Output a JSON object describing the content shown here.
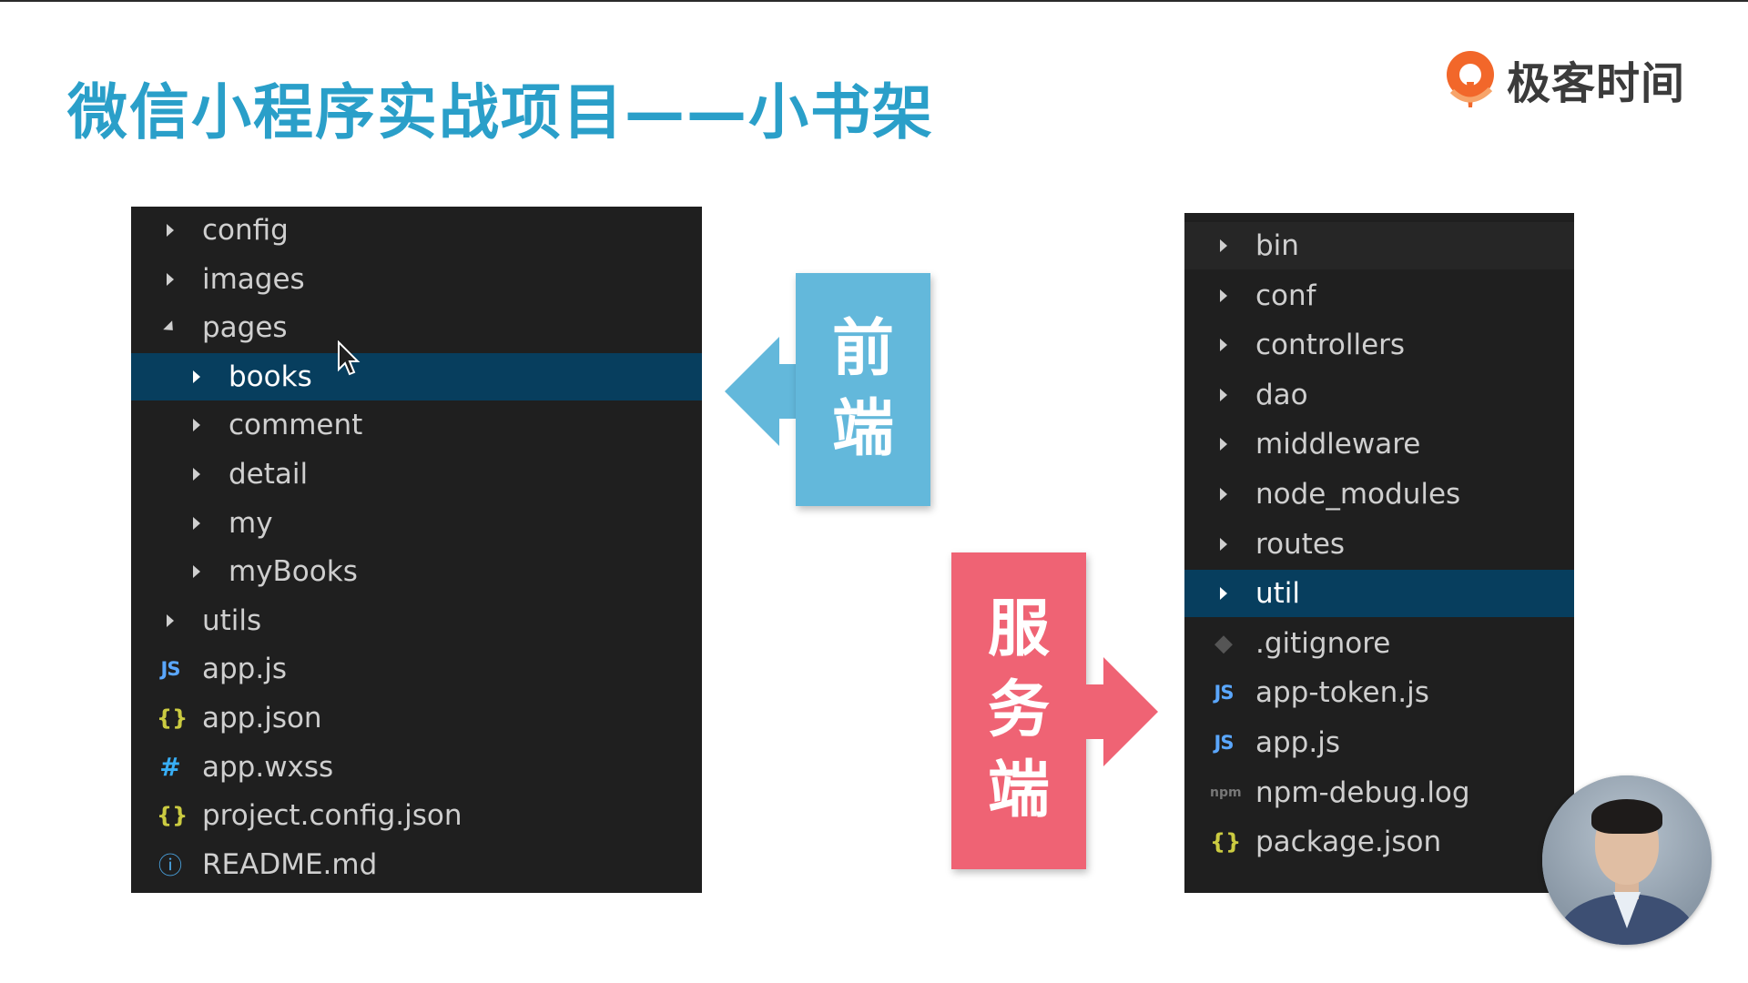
{
  "slide": {
    "title": "微信小程序实战项目——小书架"
  },
  "brand": {
    "name": "极客时间",
    "accent": "#f2672a"
  },
  "front_card": {
    "label_line1": "前",
    "label_line2": "端",
    "color": "#63b8db"
  },
  "back_card": {
    "label_line1": "服",
    "label_line2": "务",
    "label_line3": "端",
    "color": "#ef6374"
  },
  "frontend_tree": {
    "items": [
      {
        "label": "config",
        "kind": "folder",
        "state": "collapsed",
        "depth": 0
      },
      {
        "label": "images",
        "kind": "folder",
        "state": "collapsed",
        "depth": 0
      },
      {
        "label": "pages",
        "kind": "folder",
        "state": "expanded",
        "depth": 0
      },
      {
        "label": "books",
        "kind": "folder",
        "state": "collapsed",
        "depth": 1,
        "selected": true
      },
      {
        "label": "comment",
        "kind": "folder",
        "state": "collapsed",
        "depth": 1
      },
      {
        "label": "detail",
        "kind": "folder",
        "state": "collapsed",
        "depth": 1
      },
      {
        "label": "my",
        "kind": "folder",
        "state": "collapsed",
        "depth": 1
      },
      {
        "label": "myBooks",
        "kind": "folder",
        "state": "collapsed",
        "depth": 1
      },
      {
        "label": "utils",
        "kind": "folder",
        "state": "collapsed",
        "depth": 0
      },
      {
        "label": "app.js",
        "kind": "file",
        "icon": "js-file-icon",
        "icon_text": "JS",
        "depth": 0
      },
      {
        "label": "app.json",
        "kind": "file",
        "icon": "json-file-icon",
        "icon_text": "{}",
        "depth": 0
      },
      {
        "label": "app.wxss",
        "kind": "file",
        "icon": "css-file-icon",
        "icon_text": "#",
        "depth": 0
      },
      {
        "label": "project.config.json",
        "kind": "file",
        "icon": "json-file-icon",
        "icon_text": "{}",
        "depth": 0
      },
      {
        "label": "README.md",
        "kind": "file",
        "icon": "info-file-icon",
        "icon_text": "ⓘ",
        "depth": 0
      }
    ]
  },
  "backend_tree": {
    "items": [
      {
        "label": "bin",
        "kind": "folder",
        "state": "collapsed"
      },
      {
        "label": "conf",
        "kind": "folder",
        "state": "collapsed"
      },
      {
        "label": "controllers",
        "kind": "folder",
        "state": "collapsed"
      },
      {
        "label": "dao",
        "kind": "folder",
        "state": "collapsed"
      },
      {
        "label": "middleware",
        "kind": "folder",
        "state": "collapsed"
      },
      {
        "label": "node_modules",
        "kind": "folder",
        "state": "collapsed"
      },
      {
        "label": "routes",
        "kind": "folder",
        "state": "collapsed"
      },
      {
        "label": "util",
        "kind": "folder",
        "state": "collapsed",
        "selected": true
      },
      {
        "label": ".gitignore",
        "kind": "file",
        "icon": "git-file-icon",
        "icon_text": "◆"
      },
      {
        "label": "app-token.js",
        "kind": "file",
        "icon": "js-file-icon",
        "icon_text": "JS"
      },
      {
        "label": "app.js",
        "kind": "file",
        "icon": "js-file-icon",
        "icon_text": "JS"
      },
      {
        "label": "npm-debug.log",
        "kind": "file",
        "icon": "npm-file-icon",
        "icon_text": "npm"
      },
      {
        "label": "package.json",
        "kind": "file",
        "icon": "json-file-icon",
        "icon_text": "{}"
      }
    ]
  },
  "colors": {
    "title": "#2a9fc9",
    "panel_bg": "#1f1f1f",
    "selection": "#073e5e"
  }
}
